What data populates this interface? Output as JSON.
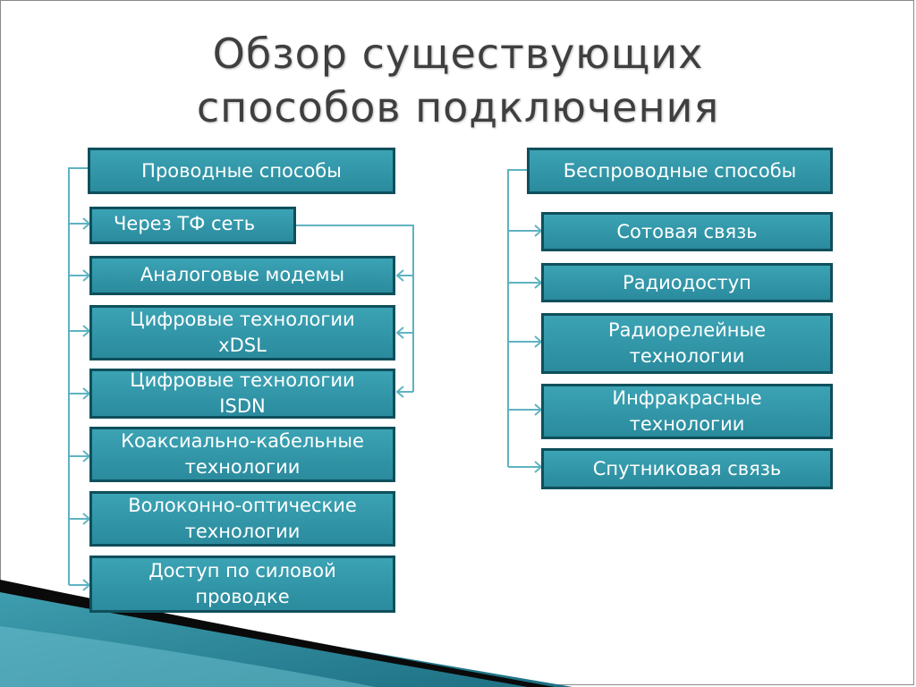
{
  "title": {
    "line1": "Обзор существующих",
    "line2": "способов подключения"
  },
  "left": {
    "header": "Проводные способы",
    "tf_net": "Через ТФ сеть",
    "analog": "Аналоговые модемы",
    "xdsl": "Цифровые технологии\nxDSL",
    "isdn": "Цифровые технологии\nISDN",
    "coax": "Коаксиально-кабельные\nтехнологии",
    "fiber": "Волоконно-оптические\nтехнологии",
    "power": "Доступ по силовой\nпроводке"
  },
  "right": {
    "header": "Беспроводные способы",
    "cellular": "Сотовая связь",
    "radio": "Радиодоступ",
    "relay": "Радиорелейные\nтехнологии",
    "infrared": "Инфракрасные\nтехнологии",
    "satellite": "Спутниковая связь"
  },
  "colors": {
    "box_fill": "#2f95a7",
    "box_border": "#0f4f5c",
    "connector": "#5fb3c2",
    "title_text": "#3f3f3f"
  }
}
